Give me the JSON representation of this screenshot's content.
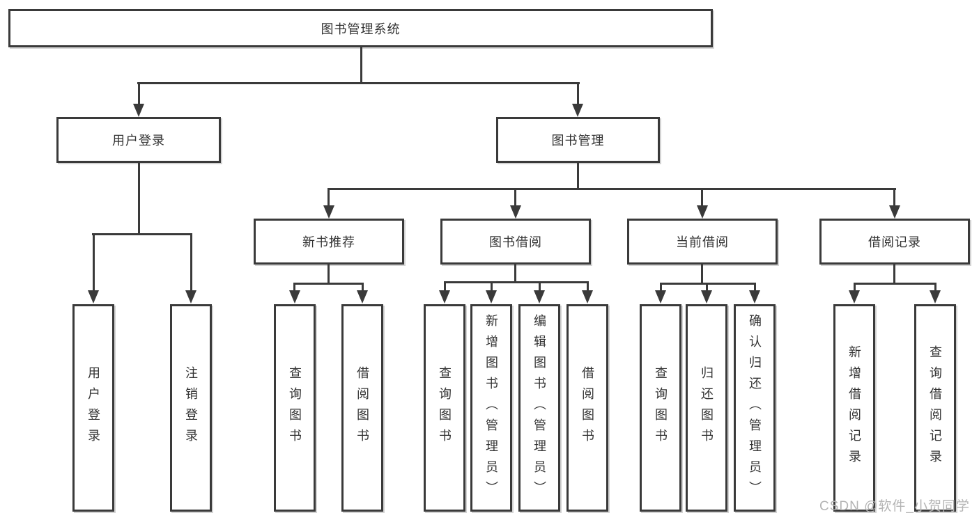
{
  "tree": {
    "label": "图书管理系统",
    "children": [
      {
        "label": "用户登录",
        "children": [
          {
            "label": "用户登录"
          },
          {
            "label": "注销登录"
          }
        ]
      },
      {
        "label": "图书管理",
        "children": [
          {
            "label": "新书推荐",
            "children": [
              {
                "label": "查询图书"
              },
              {
                "label": "借阅图书"
              }
            ]
          },
          {
            "label": "图书借阅",
            "children": [
              {
                "label": "查询图书"
              },
              {
                "label": "新增图书（管理员）"
              },
              {
                "label": "编辑图书（管理员）"
              },
              {
                "label": "借阅图书"
              }
            ]
          },
          {
            "label": "当前借阅",
            "children": [
              {
                "label": "查询图书"
              },
              {
                "label": "归还图书"
              },
              {
                "label": "确认归还（管理员）"
              }
            ]
          },
          {
            "label": "借阅记录",
            "children": [
              {
                "label": "新增借阅记录"
              },
              {
                "label": "查询借阅记录"
              }
            ]
          }
        ]
      }
    ]
  },
  "watermark": "CSDN @软件_小贺同学",
  "colors": {
    "line": "#3a3a3a",
    "box_border": "#3a3a3a",
    "text": "#333333",
    "watermark": "#b4b4b4",
    "background": "#ffffff"
  }
}
